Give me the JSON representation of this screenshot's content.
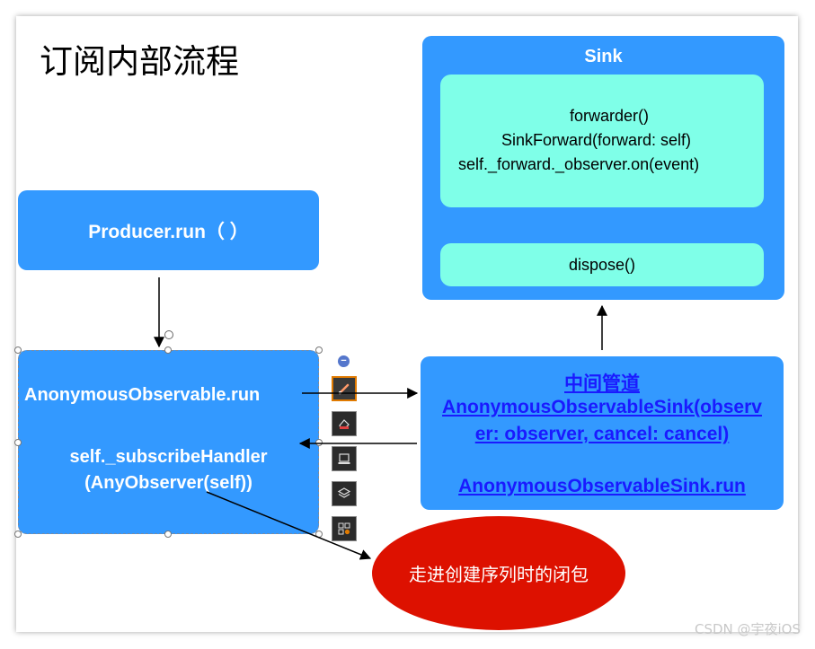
{
  "title": "订阅内部流程",
  "producer": {
    "label": "Producer.run（ ）"
  },
  "anonymous": {
    "run_label": "AnonymousObservable.run",
    "handler_line1": "self._subscribeHandler",
    "handler_line2": "(AnyObserver(self))"
  },
  "sink": {
    "header": "Sink",
    "line1": "forwarder()",
    "line2": "SinkForward(forward:  self)",
    "line3": "self._forward._observer.on(event)",
    "dispose": "dispose()"
  },
  "pipe": {
    "title": "中间管道",
    "line1": "AnonymousObservableSink(observ",
    "line2": "er: observer, cancel: cancel)",
    "line3": "AnonymousObservableSink.run"
  },
  "closure": {
    "label": "走进创建序列时的闭包"
  },
  "toolbar": {
    "icons": [
      "brush-icon",
      "eraser-icon",
      "laptop-icon",
      "layers-icon",
      "grid-icon"
    ],
    "active_color": "#e07a00"
  },
  "watermark": "CSDN @宇夜iOS",
  "colors": {
    "box": "#3399ff",
    "inner": "#7fffe8",
    "ellipse": "#dd1100",
    "link": "#1a1aff"
  }
}
